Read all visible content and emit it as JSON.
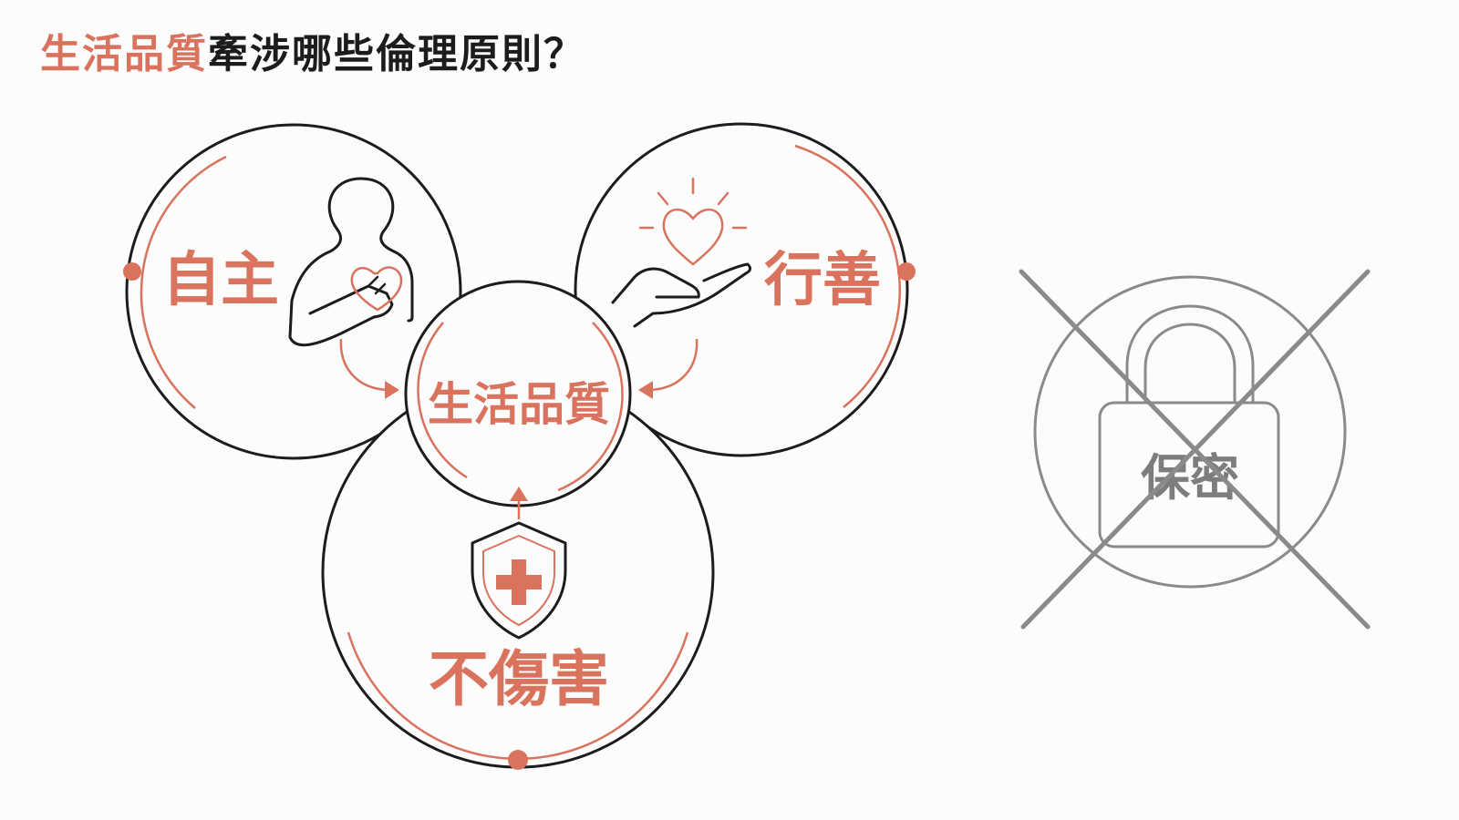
{
  "title": {
    "accent": "生活品質",
    "rest": "牽涉哪些倫理原則？"
  },
  "diagram": {
    "autonomy": {
      "label": "自主",
      "icon": "person-hand-on-heart-icon"
    },
    "beneficence": {
      "label": "行善",
      "icon": "hand-offering-heart-icon"
    },
    "nonmaleficence": {
      "label": "不傷害",
      "icon": "shield-cross-icon"
    },
    "center": {
      "label": "生活品質"
    },
    "excluded": {
      "label": "保密",
      "icon": "padlock-icon",
      "crossed_out": true
    }
  },
  "colors": {
    "accent": "#d9735e",
    "ink": "#1c1c1c",
    "muted": "#7d7d7d"
  }
}
